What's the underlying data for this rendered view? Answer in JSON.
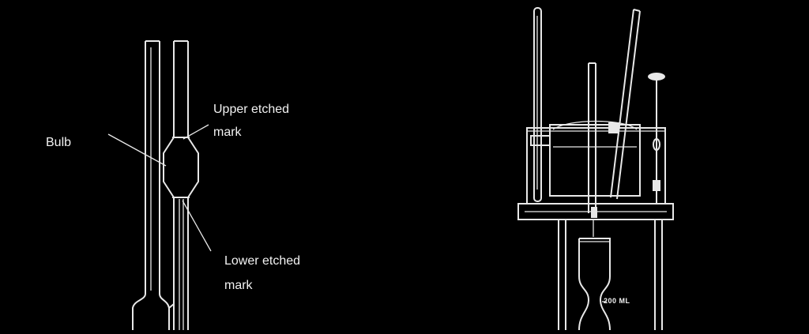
{
  "labels": {
    "bulb": "Bulb",
    "upper_mark_line1": "Upper etched",
    "upper_mark_line2": "mark",
    "lower_mark_line1": "Lower etched",
    "lower_mark_line2": "mark",
    "flask_volume": "200 ML"
  },
  "colors": {
    "background": "#000000",
    "line": "#e8e8e8"
  }
}
